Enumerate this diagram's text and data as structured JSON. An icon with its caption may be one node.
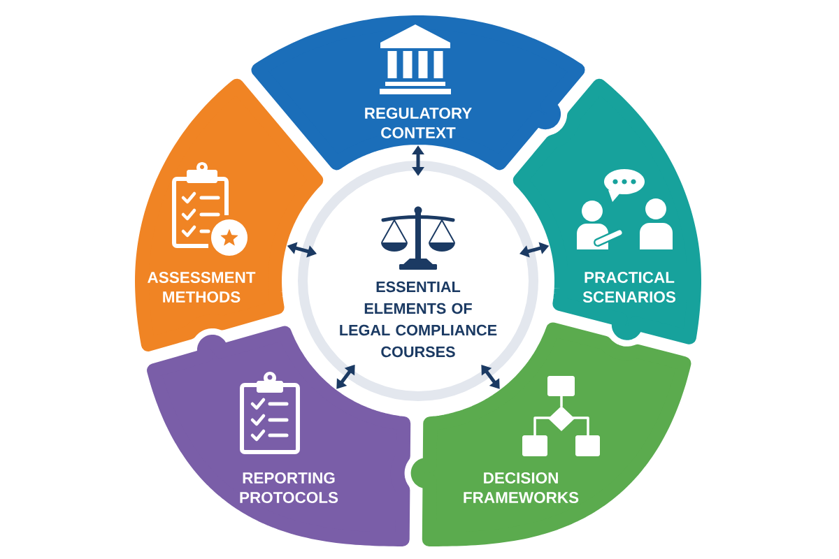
{
  "diagram": {
    "nodes": [
      {
        "text": [
          "ESSENTIAL ELEMENTS OF LEGAL COMPLIANCE COURSES"
        ]
      },
      {
        "text": [
          "REGULATORY CONTEXT"
        ]
      },
      {
        "text": [
          "PRACTICAL SCENARIOS"
        ]
      },
      {
        "text": [
          "DECISION FRAMEWORKS"
        ]
      },
      {
        "text": [
          "REPORTING PROTOCOLS"
        ]
      },
      {
        "text": [
          "ASSESSMENT METHODS"
        ]
      }
    ],
    "edges": [
      {
        "from": 0,
        "to": 1,
        "arrow": "both"
      },
      {
        "from": 0,
        "to": 2,
        "arrow": "both"
      },
      {
        "from": 0,
        "to": 3,
        "arrow": "both"
      },
      {
        "from": 0,
        "to": 4,
        "arrow": "both"
      },
      {
        "from": 0,
        "to": 5,
        "arrow": "both"
      }
    ]
  }
}
